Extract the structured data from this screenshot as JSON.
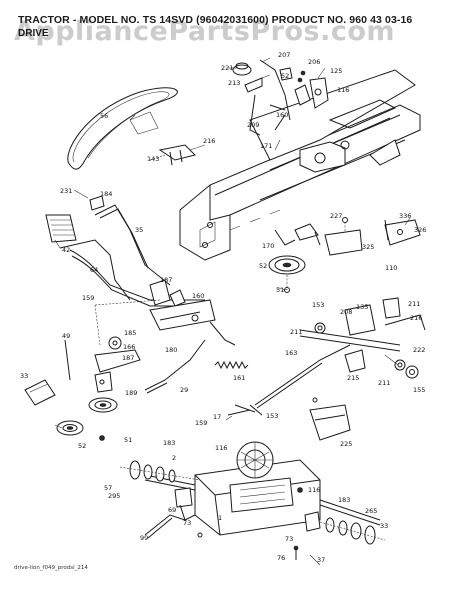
{
  "header": {
    "title": "TRACTOR - MODEL NO. TS 14SVD (96042031600) PRODUCT NO. 960 43 03-16",
    "subtitle": "DRIVE"
  },
  "watermark": "AppliancePartsPros.com",
  "footer": "drive-lion_f049_prodsl_214",
  "part_numbers": [
    "221",
    "207",
    "52",
    "206",
    "125",
    "213",
    "116",
    "56",
    "209",
    "160",
    "216",
    "143",
    "171",
    "184",
    "231",
    "227",
    "336",
    "35",
    "326",
    "42",
    "170",
    "325",
    "110",
    "52",
    "64",
    "187",
    "160",
    "51",
    "159",
    "153",
    "135",
    "211",
    "185",
    "208",
    "211",
    "216",
    "49",
    "166",
    "222",
    "180",
    "163",
    "215",
    "161",
    "211",
    "155",
    "187",
    "29",
    "189",
    "33",
    "159",
    "17",
    "153",
    "225",
    "52",
    "51",
    "183",
    "116",
    "2",
    "57",
    "295",
    "1",
    "116",
    "183",
    "99",
    "69",
    "265",
    "33",
    "73",
    "73",
    "37",
    "76"
  ]
}
